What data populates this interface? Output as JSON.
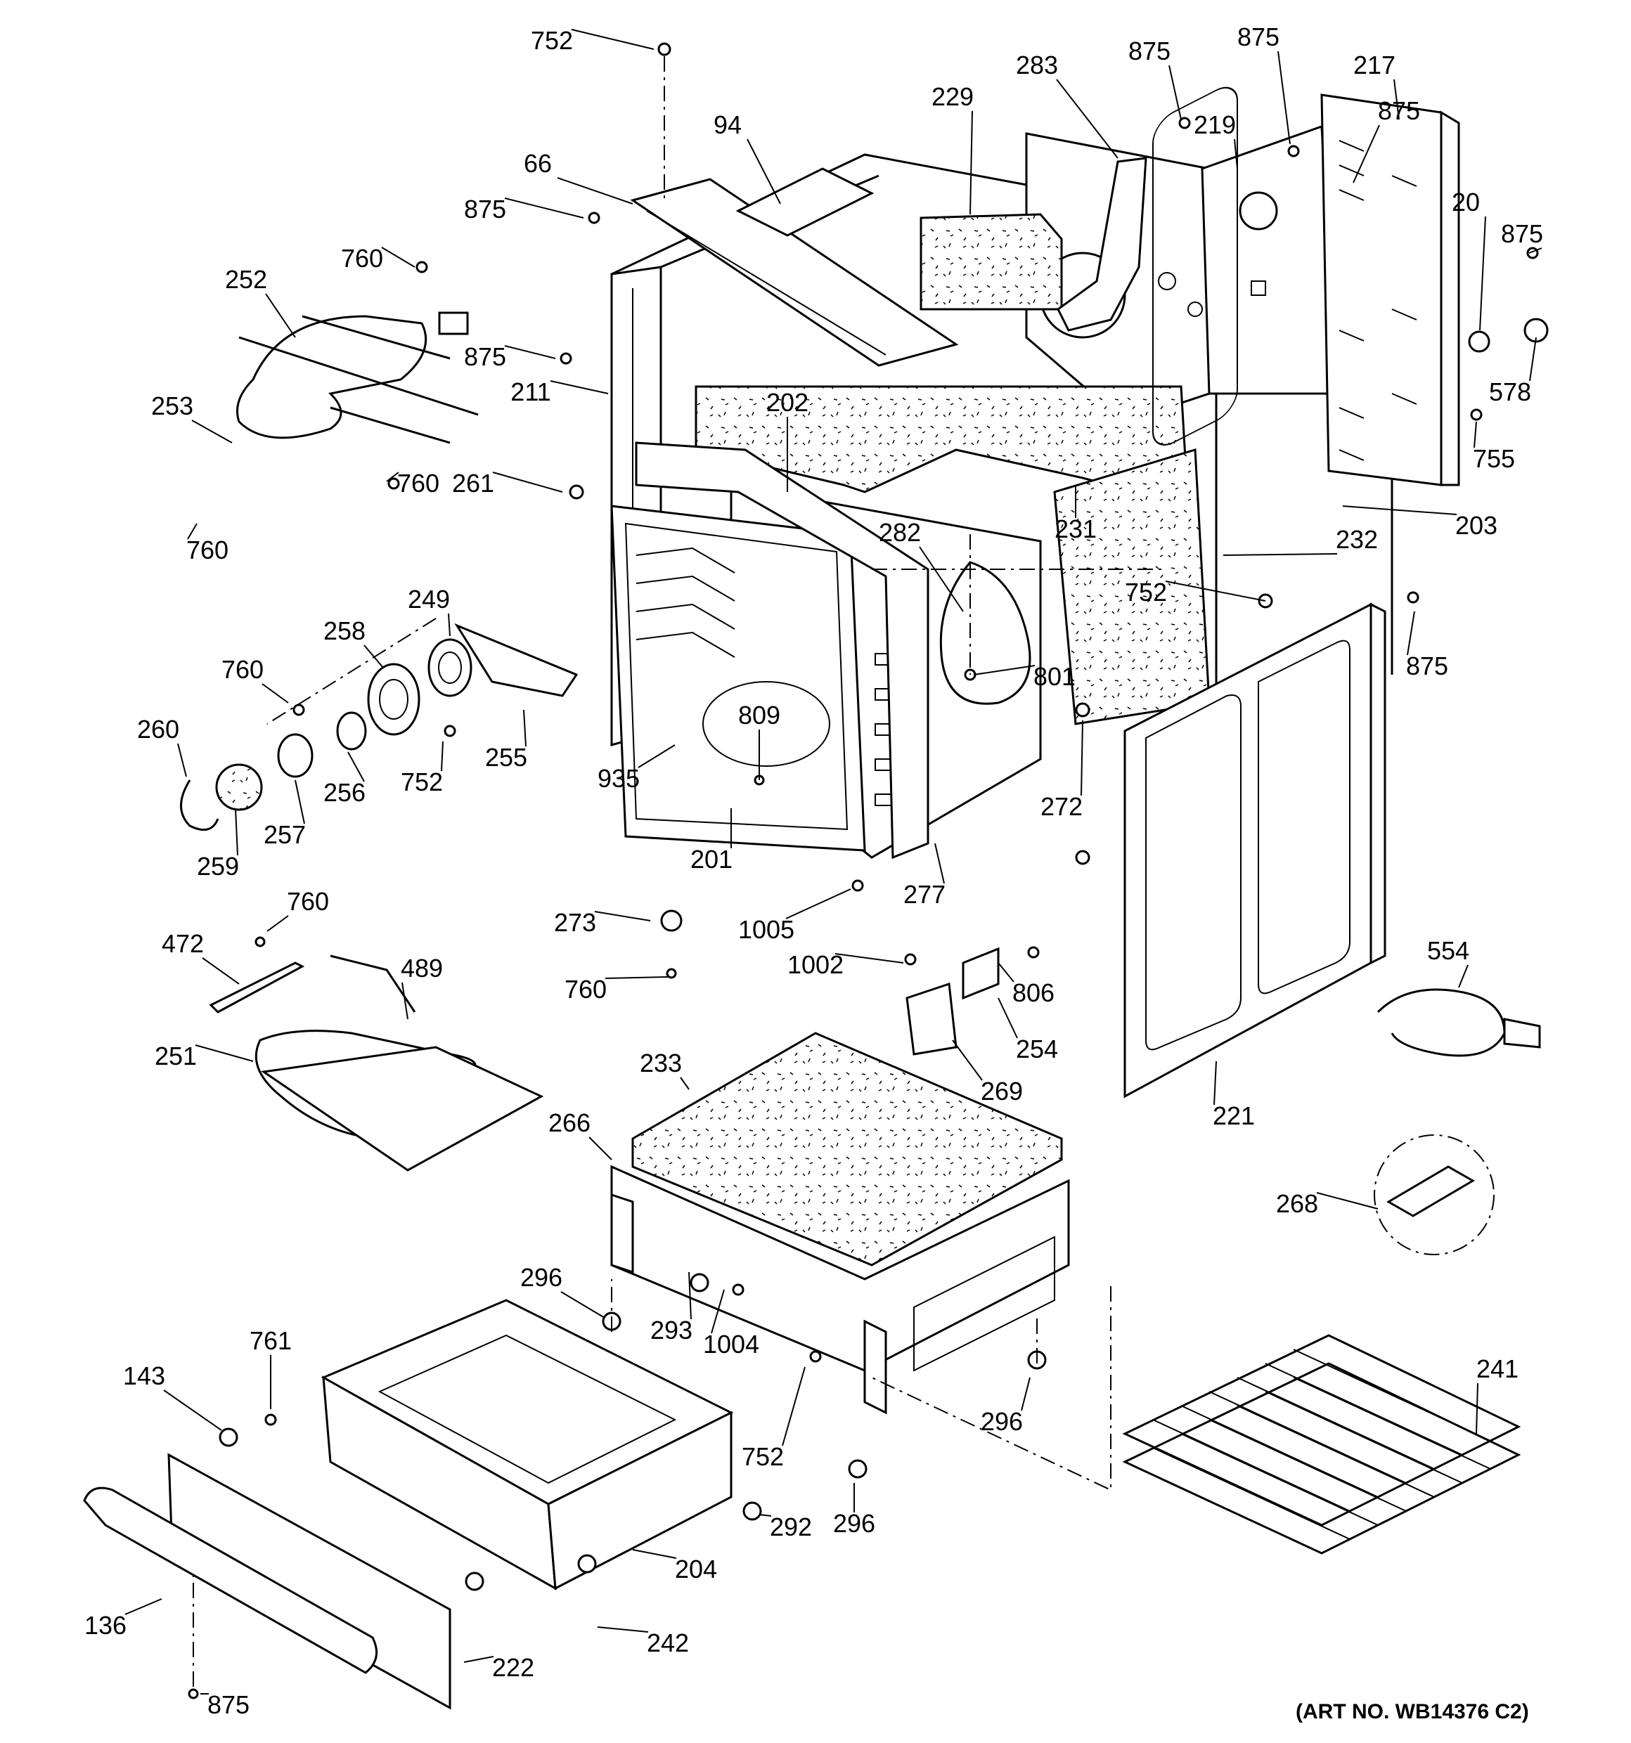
{
  "art_number": "(ART NO. WB14376 C2)",
  "parts": [
    {
      "id": "p752a",
      "label": "752"
    },
    {
      "id": "p94",
      "label": "94"
    },
    {
      "id": "p66",
      "label": "66"
    },
    {
      "id": "p875a",
      "label": "875"
    },
    {
      "id": "p229",
      "label": "229"
    },
    {
      "id": "p283",
      "label": "283"
    },
    {
      "id": "p875b",
      "label": "875"
    },
    {
      "id": "p875c",
      "label": "875"
    },
    {
      "id": "p219",
      "label": "219"
    },
    {
      "id": "p217",
      "label": "217"
    },
    {
      "id": "p875d",
      "label": "875"
    },
    {
      "id": "p20",
      "label": "20"
    },
    {
      "id": "p875e",
      "label": "875"
    },
    {
      "id": "p578",
      "label": "578"
    },
    {
      "id": "p760a",
      "label": "760"
    },
    {
      "id": "p252",
      "label": "252"
    },
    {
      "id": "p875f",
      "label": "875"
    },
    {
      "id": "p211",
      "label": "211"
    },
    {
      "id": "p253",
      "label": "253"
    },
    {
      "id": "p760b",
      "label": "760"
    },
    {
      "id": "p760c",
      "label": "760"
    },
    {
      "id": "p261",
      "label": "261"
    },
    {
      "id": "p202",
      "label": "202"
    },
    {
      "id": "p231",
      "label": "231"
    },
    {
      "id": "p755",
      "label": "755"
    },
    {
      "id": "p203",
      "label": "203"
    },
    {
      "id": "p232",
      "label": "232"
    },
    {
      "id": "p282",
      "label": "282"
    },
    {
      "id": "p752b",
      "label": "752"
    },
    {
      "id": "p875g",
      "label": "875"
    },
    {
      "id": "p249",
      "label": "249"
    },
    {
      "id": "p258",
      "label": "258"
    },
    {
      "id": "p760d",
      "label": "760"
    },
    {
      "id": "p260",
      "label": "260"
    },
    {
      "id": "p255",
      "label": "255"
    },
    {
      "id": "p256",
      "label": "256"
    },
    {
      "id": "p752c",
      "label": "752"
    },
    {
      "id": "p257",
      "label": "257"
    },
    {
      "id": "p259",
      "label": "259"
    },
    {
      "id": "p809",
      "label": "809"
    },
    {
      "id": "p935",
      "label": "935"
    },
    {
      "id": "p801",
      "label": "801"
    },
    {
      "id": "p272",
      "label": "272"
    },
    {
      "id": "p201",
      "label": "201"
    },
    {
      "id": "p277",
      "label": "277"
    },
    {
      "id": "p1005",
      "label": "1005"
    },
    {
      "id": "p760e",
      "label": "760"
    },
    {
      "id": "p472",
      "label": "472"
    },
    {
      "id": "p489",
      "label": "489"
    },
    {
      "id": "p251",
      "label": "251"
    },
    {
      "id": "p273",
      "label": "273"
    },
    {
      "id": "p760f",
      "label": "760"
    },
    {
      "id": "p1002",
      "label": "1002"
    },
    {
      "id": "p806",
      "label": "806"
    },
    {
      "id": "p254",
      "label": "254"
    },
    {
      "id": "p269",
      "label": "269"
    },
    {
      "id": "p554",
      "label": "554"
    },
    {
      "id": "p233",
      "label": "233"
    },
    {
      "id": "p221",
      "label": "221"
    },
    {
      "id": "p266",
      "label": "266"
    },
    {
      "id": "p268",
      "label": "268"
    },
    {
      "id": "p296a",
      "label": "296"
    },
    {
      "id": "p293",
      "label": "293"
    },
    {
      "id": "p1004",
      "label": "1004"
    },
    {
      "id": "p296b",
      "label": "296"
    },
    {
      "id": "p241",
      "label": "241"
    },
    {
      "id": "p761",
      "label": "761"
    },
    {
      "id": "p143",
      "label": "143"
    },
    {
      "id": "p752d",
      "label": "752"
    },
    {
      "id": "p296c",
      "label": "296"
    },
    {
      "id": "p292",
      "label": "292"
    },
    {
      "id": "p204",
      "label": "204"
    },
    {
      "id": "p136",
      "label": "136"
    },
    {
      "id": "p242",
      "label": "242"
    },
    {
      "id": "p222",
      "label": "222"
    },
    {
      "id": "p875h",
      "label": "875"
    }
  ]
}
